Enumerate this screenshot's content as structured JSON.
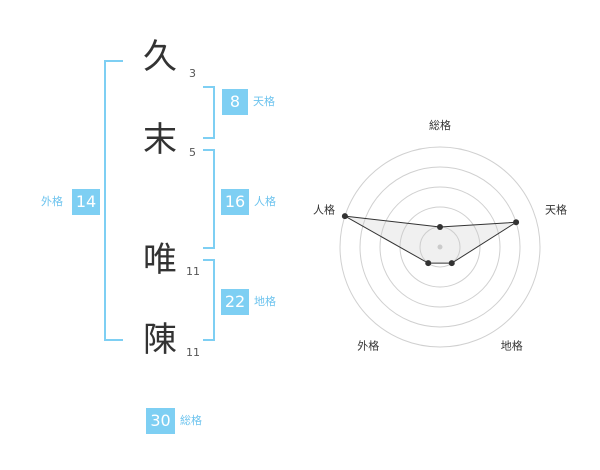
{
  "characters": [
    {
      "char": "久",
      "strokes": "3"
    },
    {
      "char": "末",
      "strokes": "5"
    },
    {
      "char": "唯",
      "strokes": "11"
    },
    {
      "char": "陳",
      "strokes": "11"
    }
  ],
  "kakaku": {
    "tenkaku": {
      "value": "8",
      "label": "天格"
    },
    "jinkaku": {
      "value": "16",
      "label": "人格"
    },
    "chikaku": {
      "value": "22",
      "label": "地格"
    },
    "gaikaku": {
      "value": "14",
      "label": "外格"
    },
    "soukaku": {
      "value": "30",
      "label": "総格"
    }
  },
  "colors": {
    "accent": "#7ecff3",
    "text": "#333333",
    "label": "#6cc3ee"
  },
  "chart_data": {
    "type": "radar",
    "axes": [
      "総格",
      "天格",
      "地格",
      "外格",
      "人格"
    ],
    "values": [
      1,
      4,
      1,
      1,
      5
    ],
    "max": 5,
    "levels": 5
  }
}
